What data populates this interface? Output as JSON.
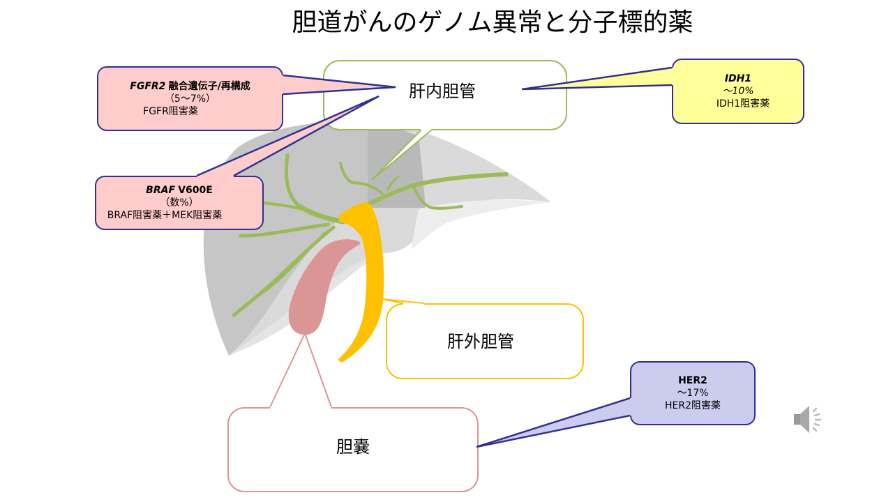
{
  "slide": {
    "title": "胆道がんのゲノム異常と分子標的薬"
  },
  "anatomy_labels": {
    "intrahepatic_bile_duct": "肝内胆管",
    "extrahepatic_bile_duct": "肝外胆管",
    "gallbladder": "胆嚢"
  },
  "callouts": {
    "fgfr2": {
      "gene": "FGFR2",
      "alteration": "融合遺伝子/再構成",
      "frequency": "（5～7%）",
      "drug": "FGFR阻害薬"
    },
    "braf": {
      "gene": "BRAF",
      "alteration": "V600E",
      "frequency": "（数%）",
      "drug": "BRAF阻害薬＋MEK阻害薬"
    },
    "idh1": {
      "gene": "IDH1",
      "frequency": "～10%",
      "drug": "IDH1阻害薬"
    },
    "her2": {
      "gene": "HER2",
      "frequency": "～17%",
      "drug": "HER2阻害薬"
    }
  },
  "colors": {
    "callout_border": "#2e3192",
    "fgfr2_fill": "#ffcccc",
    "braf_fill": "#ffcccc",
    "idh1_fill": "#ffff99",
    "her2_fill": "#ccccee",
    "intrahepatic_duct": "#9bbb59",
    "extrahepatic_duct": "#ffc000",
    "gallbladder": "#d99694",
    "liver": "#c6c6c6"
  },
  "icons": {
    "audio": "speaker-icon"
  }
}
